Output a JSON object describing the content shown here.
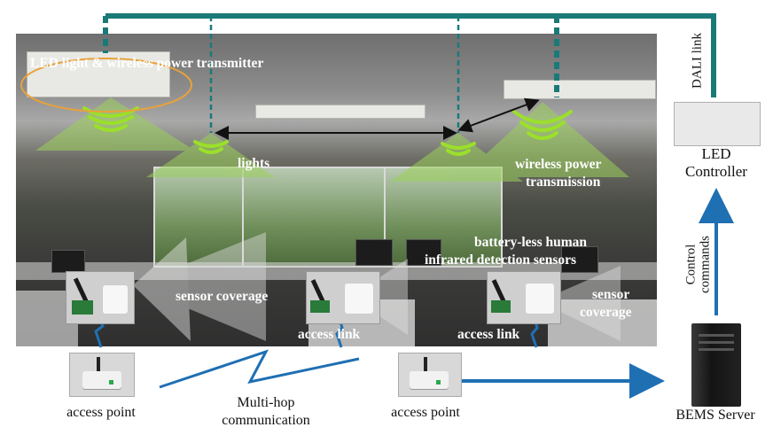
{
  "labels": {
    "led_light_tx": "LED light & wireless power transmitter",
    "lights": "lights",
    "wpt_line1": "wireless power",
    "wpt_line2": "transmission",
    "sensors_line1": "battery-less human",
    "sensors_line2": "infrared detection sensors",
    "sensor_coverage_1": "sensor coverage",
    "sensor_coverage_2_line1": "sensor",
    "sensor_coverage_2_line2": "coverage",
    "access_link_1": "access link",
    "access_link_2": "access link",
    "dali_link": "DALI link",
    "led_controller_line1": "LED",
    "led_controller_line2": "Controller",
    "control_line1": "Control",
    "control_line2": "commands",
    "access_point_1": "access point",
    "access_point_2": "access point",
    "multihop_line1": "Multi-hop",
    "multihop_line2": "communication",
    "bems_server": "BEMS Server"
  },
  "colors": {
    "dali": "#1a7a78",
    "wireless": "#1f6fb3",
    "coverage_fill": "#9ad05a",
    "wave": "#9be02a",
    "ellipse": "#e8a23a"
  },
  "icons": [
    "dali-bus",
    "wireless-waves",
    "server-icon",
    "controller-icon",
    "access-point-icon",
    "sensor-icon"
  ]
}
